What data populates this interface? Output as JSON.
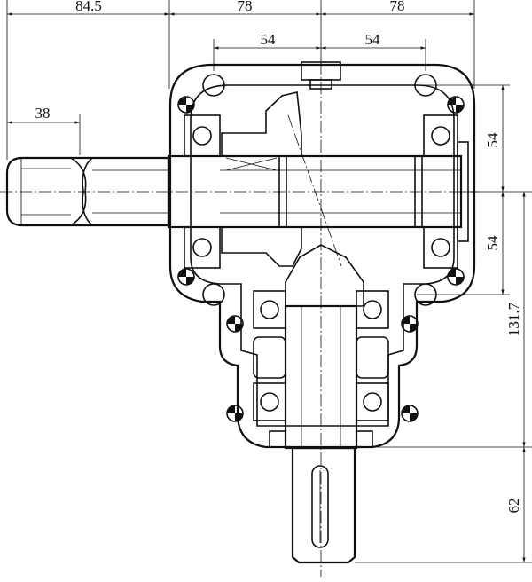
{
  "drawing": {
    "dimensions": {
      "input_shaft_length": "84.5",
      "left_half_width": "78",
      "right_half_width": "78",
      "left_bolt_spacing": "54",
      "right_bolt_spacing": "54",
      "spline_length": "38",
      "upper_right_height": "54",
      "lower_right_height": "54",
      "axis_to_flange_height": "131.7",
      "output_shaft_length": "62"
    },
    "colors": {
      "line": "#111111",
      "background": "#ffffff"
    }
  }
}
